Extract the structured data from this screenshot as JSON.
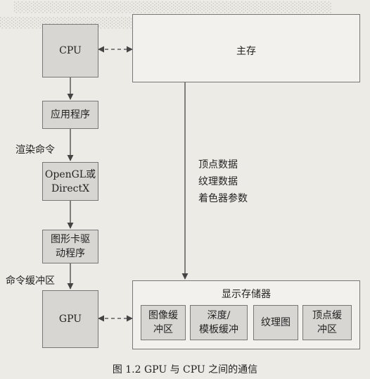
{
  "nodes": {
    "cpu": "CPU",
    "main_memory": "主存",
    "application": "应用程序",
    "api": [
      "OpenGL或",
      "DirectX"
    ],
    "driver": [
      "图形卡驱",
      "动程序"
    ],
    "gpu": "GPU",
    "display_memory": "显示存储器",
    "image_buffer": [
      "图像缓",
      "冲区"
    ],
    "depth_stencil_buffer": [
      "深度/",
      "模板缓冲"
    ],
    "texture_map": "纹理图",
    "vertex_buffer": [
      "顶点缓",
      "冲区"
    ]
  },
  "edge_labels": {
    "render_commands": "渲染命令",
    "command_buffer": "命令缓冲区",
    "transfer": [
      "顶点数据",
      "纹理数据",
      "着色器参数"
    ]
  },
  "caption": "图 1.2   GPU 与 CPU 之间的通信"
}
